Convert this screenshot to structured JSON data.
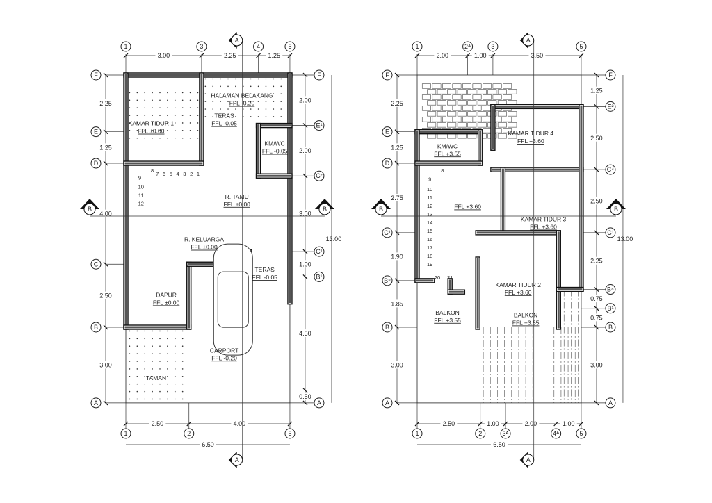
{
  "colors": {
    "line": "#222222",
    "wall": "#111111",
    "background": "#ffffff"
  },
  "plans": [
    {
      "grid_top": [
        "1",
        "3",
        "4",
        "5"
      ],
      "grid_bottom": [
        "1",
        "2",
        "5"
      ],
      "grid_left": [
        "F",
        "E",
        "D",
        "C",
        "B",
        "A"
      ],
      "grid_right": [
        "F",
        "E¹",
        "C²",
        "C¹",
        "B¹",
        "A"
      ],
      "dims_top": [
        "3.00",
        "2.25",
        "1.25"
      ],
      "dims_bottom": [
        "2.50",
        "4.00"
      ],
      "dim_total_width": "6.50",
      "dims_left": [
        "2.25",
        "1.25",
        "4.00",
        "2.50",
        "3.00"
      ],
      "dims_right": [
        "2.00",
        "2.00",
        "3.00",
        "1.00",
        "4.50",
        "0.50"
      ],
      "dim_total_height": "13.00",
      "rooms": [
        {
          "name": "KAMAR TIDUR 1",
          "level": "FFL ±0.00"
        },
        {
          "name": "HALAMAN BELAKANG",
          "level": "FFL -0.20"
        },
        {
          "name": "TERAS",
          "level": "FFL -0.05"
        },
        {
          "name": "KM/WC",
          "level": "FFL -0.05"
        },
        {
          "name": "R. TAMU",
          "level": "FFL ±0.00"
        },
        {
          "name": "R. KELUARGA",
          "level": "FFL ±0.00"
        },
        {
          "name": "TERAS",
          "level": "FFL -0.05"
        },
        {
          "name": "DAPUR",
          "level": "FFL ±0.00"
        },
        {
          "name": "CARPORT",
          "level": "FFL -0.20"
        },
        {
          "name": "TAMAN",
          "level": ""
        }
      ],
      "stair_steps": [
        "1",
        "2",
        "3",
        "4",
        "5",
        "6",
        "7",
        "8",
        "9",
        "10",
        "11",
        "12"
      ],
      "section_markers": [
        "A",
        "A",
        "B",
        "B"
      ]
    },
    {
      "grid_top": [
        "1",
        "2ᴬ",
        "3",
        "5"
      ],
      "grid_bottom": [
        "1",
        "2",
        "3ᴬ",
        "4ᴬ",
        "5"
      ],
      "grid_left": [
        "F",
        "E",
        "D",
        "C¹",
        "B⁸",
        "B",
        "A"
      ],
      "grid_right": [
        "F",
        "E²",
        "C⁴",
        "C¹",
        "B⁸",
        "B¹",
        "B",
        "A"
      ],
      "dims_top": [
        "2.00",
        "1.00",
        "3.50"
      ],
      "dims_bottom": [
        "2.50",
        "1.00",
        "2.00",
        "1.00"
      ],
      "dim_total_width": "6.50",
      "dims_left": [
        "2.25",
        "1.25",
        "2.75",
        "1.90",
        "1.85",
        "3.00"
      ],
      "dims_right": [
        "1.25",
        "2.50",
        "2.50",
        "2.25",
        "0.75",
        "0.75",
        "3.00"
      ],
      "dim_total_height": "13.00",
      "rooms": [
        {
          "name": "KM/WC",
          "level": "FFL +3.55"
        },
        {
          "name": "KAMAR TIDUR 4",
          "level": "FFL +3.60"
        },
        {
          "name": "",
          "level": "FFL +3.60"
        },
        {
          "name": "KAMAR TIDUR 3",
          "level": "FFL +3.60"
        },
        {
          "name": "KAMAR TIDUR 2",
          "level": "FFL +3.60"
        },
        {
          "name": "BALKON",
          "level": "FFL +3.55"
        },
        {
          "name": "BALKON",
          "level": "FFL +3.55"
        }
      ],
      "stair_steps": [
        "8",
        "9",
        "10",
        "11",
        "12",
        "13",
        "14",
        "15",
        "16",
        "17",
        "18",
        "19",
        "20",
        "21"
      ],
      "section_markers": [
        "A",
        "A",
        "B",
        "B"
      ]
    }
  ]
}
